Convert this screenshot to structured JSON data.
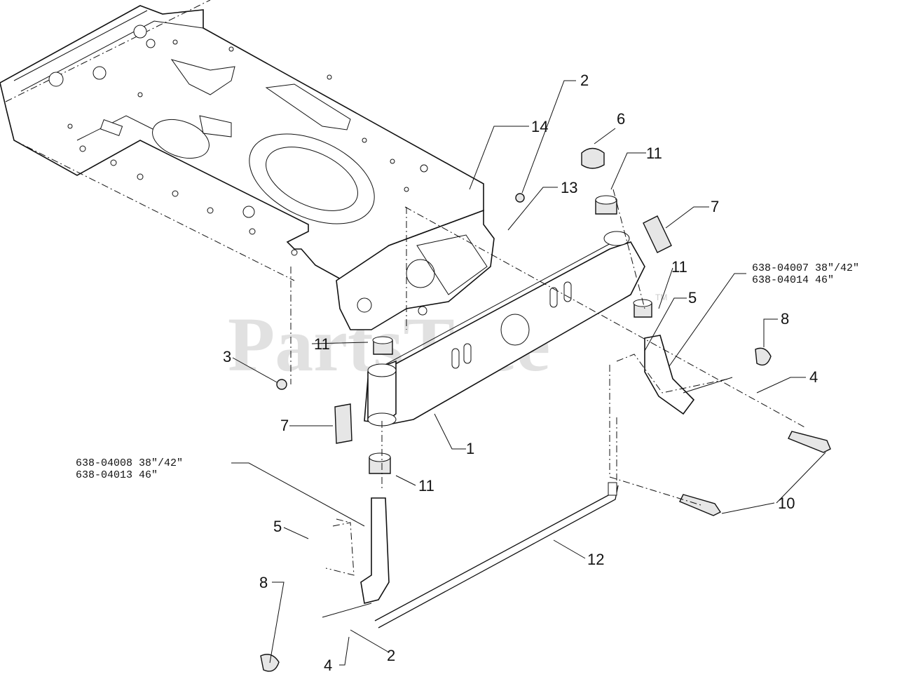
{
  "watermark": {
    "text": "PartsTree",
    "tm": "TM"
  },
  "part_numbers": {
    "right_spindle": {
      "line1": "638-04007 38\"/42\"",
      "line2": "638-04014 46\""
    },
    "left_spindle": {
      "line1": "638-04008 38\"/42\"",
      "line2": "638-04013 46\""
    }
  },
  "callouts": {
    "c2_top": "2",
    "c14": "14",
    "c13": "13",
    "c6": "6",
    "c11_top": "11",
    "c7_right": "7",
    "c11_mid": "11",
    "c5_right": "5",
    "c8_right": "8",
    "c4_right": "4",
    "c11_left": "11",
    "c3": "3",
    "c7_left": "7",
    "c1": "1",
    "c11_low": "11",
    "c10": "10",
    "c12": "12",
    "c5_left": "5",
    "c8_left": "8",
    "c2_bottom": "2",
    "c4_bottom": "4"
  }
}
